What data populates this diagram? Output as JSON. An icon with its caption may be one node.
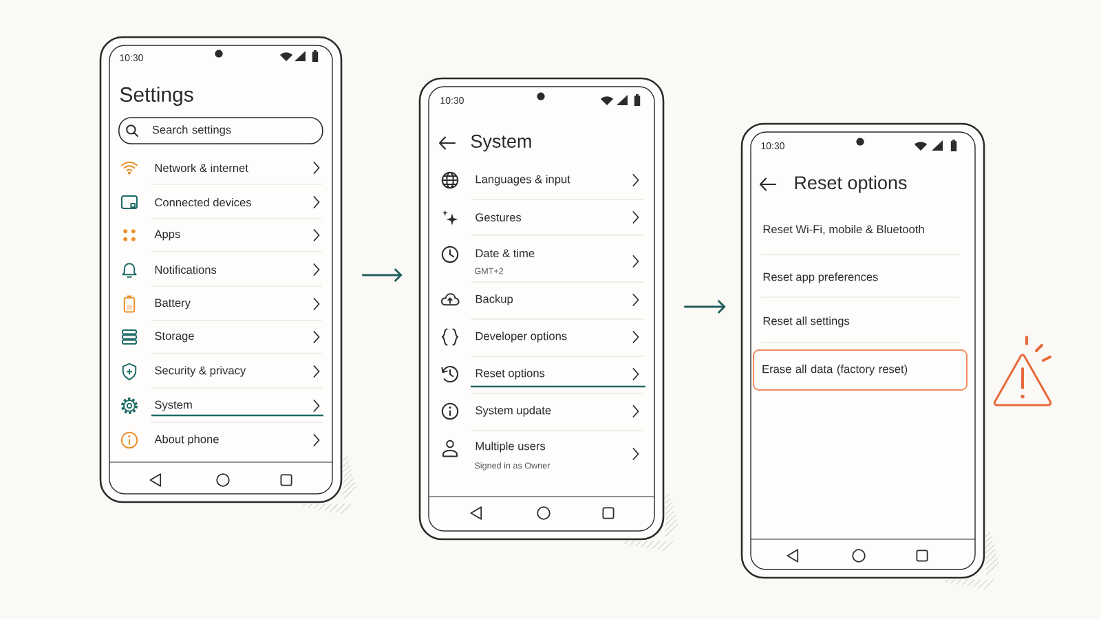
{
  "diagram": {
    "nodes": [
      {
        "text": [
          "10:30",
          "Settings"
        ]
      },
      {
        "text": [
          "Search settings"
        ],
        "in": 0
      },
      {
        "text": [
          "Network & internet"
        ],
        "in": 0
      },
      {
        "text": [
          "Connected devices"
        ],
        "in": 0
      },
      {
        "text": [
          "Apps"
        ],
        "in": 0
      },
      {
        "text": [
          "Notifications"
        ],
        "in": 0
      },
      {
        "text": [
          "Battery"
        ],
        "in": 0
      },
      {
        "text": [
          "Storage"
        ],
        "in": 0
      },
      {
        "text": [
          "Security & privacy"
        ],
        "in": 0
      },
      {
        "text": [
          "System"
        ],
        "in": 0
      },
      {
        "text": [
          "About phone"
        ],
        "in": 0
      },
      {
        "text": [
          "10:30",
          "System"
        ]
      },
      {
        "text": [
          "Languages & input"
        ],
        "in": 11
      },
      {
        "text": [
          "Gestures"
        ],
        "in": 11
      },
      {
        "text": [
          "Date & time",
          "GMT+2"
        ],
        "in": 11
      },
      {
        "text": [
          "Backup"
        ],
        "in": 11
      },
      {
        "text": [
          "Developer options"
        ],
        "in": 11
      },
      {
        "text": [
          "Reset options"
        ],
        "in": 11
      },
      {
        "text": [
          "System update"
        ],
        "in": 11
      },
      {
        "text": [
          "Multiple users",
          "Signed in as Owner"
        ],
        "in": 11
      },
      {
        "text": [
          "10:30",
          "Reset options"
        ]
      },
      {
        "text": [
          "Reset Wi-Fi, mobile & Bluetooth"
        ],
        "in": 20
      },
      {
        "text": [
          "Reset app preferences"
        ],
        "in": 20
      },
      {
        "text": [
          "Reset all settings"
        ],
        "in": 20
      },
      {
        "text": [
          "Erase all data (factory reset)"
        ],
        "in": 20
      }
    ],
    "edges": [
      {
        "from": 0,
        "to": 11,
        "arrow": "to"
      },
      {
        "from": 11,
        "to": 20,
        "arrow": "to"
      }
    ]
  }
}
